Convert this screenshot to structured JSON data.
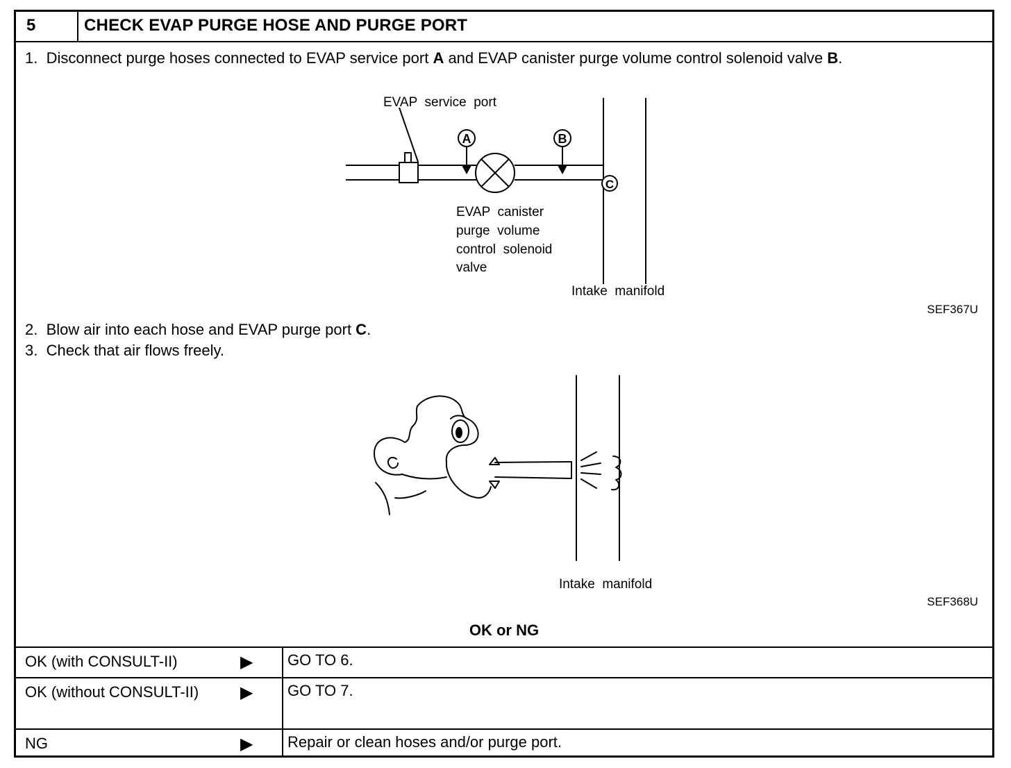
{
  "header": {
    "step_number": "5",
    "title": "CHECK EVAP PURGE HOSE AND PURGE PORT"
  },
  "steps": {
    "s1_num": "1.",
    "s1_pre": "Disconnect purge hoses connected to EVAP service port ",
    "s1_a": "A",
    "s1_mid": " and EVAP canister purge volume control solenoid valve ",
    "s1_b": "B",
    "s1_end": ".",
    "s2_num": "2.",
    "s2_pre": "Blow air into each hose and EVAP purge port ",
    "s2_c": "C",
    "s2_end": ".",
    "s3_num": "3.",
    "s3_text": "Check that air flows freely."
  },
  "figure1": {
    "label_service_port": "EVAP  service  port",
    "marker_a": "A",
    "marker_b": "B",
    "marker_c": "C",
    "valve_line1": "EVAP  canister",
    "valve_line2": "purge  volume",
    "valve_line3": "control  solenoid",
    "valve_line4": "valve",
    "label_manifold": "Intake  manifold",
    "code": "SEF367U"
  },
  "figure2": {
    "label_manifold": "Intake  manifold",
    "code": "SEF368U"
  },
  "result": {
    "heading": "OK or NG",
    "arrow_glyph": "▶",
    "rows": [
      {
        "condition": "OK (with CONSULT-II)",
        "action": "GO TO 6."
      },
      {
        "condition": "OK (without CONSULT-II)",
        "action": "GO TO 7."
      },
      {
        "condition": "NG",
        "action": "Repair or clean hoses and/or purge port."
      }
    ]
  }
}
